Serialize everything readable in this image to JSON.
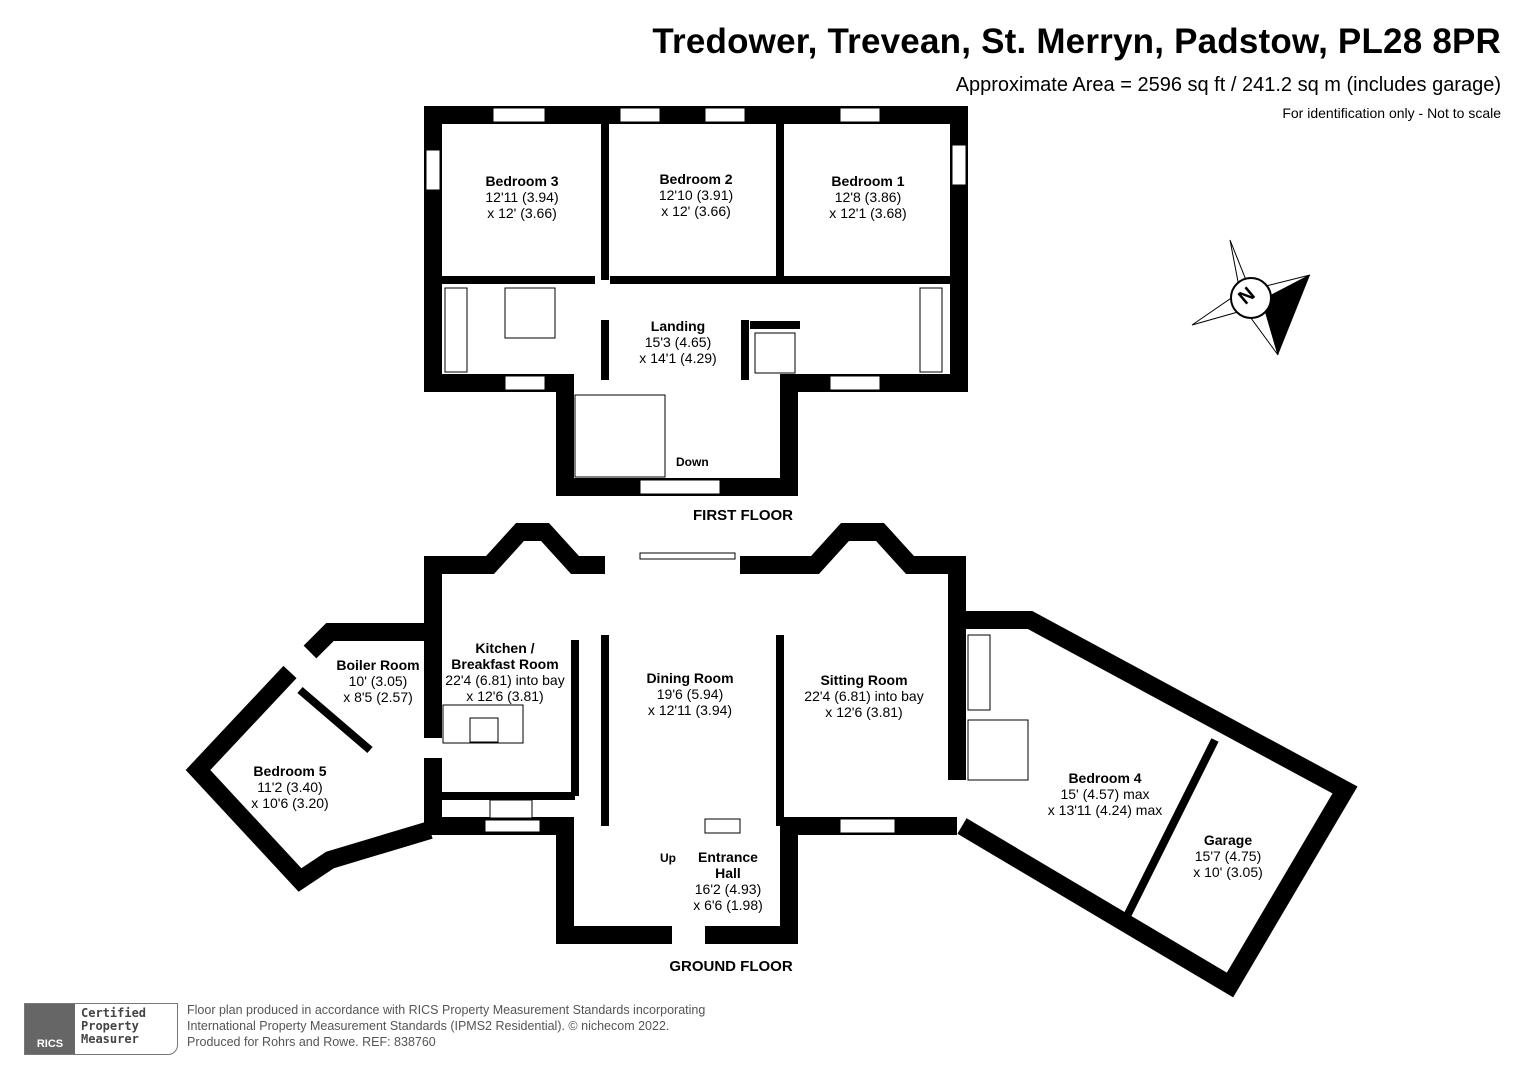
{
  "header": {
    "title": "Tredower, Trevean, St. Merryn, Padstow, PL28 8PR",
    "area": "Approximate Area = 2596 sq ft / 241.2 sq m (includes garage)",
    "note": "For identification only - Not to scale"
  },
  "first_floor": {
    "label": "FIRST FLOOR",
    "rooms": [
      {
        "name": "Bedroom 3",
        "dim1": "12'11 (3.94)",
        "dim2": "x 12' (3.66)"
      },
      {
        "name": "Bedroom 2",
        "dim1": "12'10 (3.91)",
        "dim2": "x 12' (3.66)"
      },
      {
        "name": "Bedroom 1",
        "dim1": "12'8 (3.86)",
        "dim2": "x 12'1 (3.68)"
      },
      {
        "name": "Landing",
        "dim1": "15'3 (4.65)",
        "dim2": "x 14'1 (4.29)"
      }
    ],
    "stairs_label": "Down"
  },
  "ground_floor": {
    "label": "GROUND FLOOR",
    "rooms": [
      {
        "name": "Boiler Room",
        "dim1": "10' (3.05)",
        "dim2": "x 8'5 (2.57)"
      },
      {
        "name": "Kitchen /",
        "name2": "Breakfast Room",
        "dim1": "22'4 (6.81) into bay",
        "dim2": "x 12'6 (3.81)"
      },
      {
        "name": "Dining Room",
        "dim1": "19'6 (5.94)",
        "dim2": "x 12'11 (3.94)"
      },
      {
        "name": "Sitting Room",
        "dim1": "22'4 (6.81) into bay",
        "dim2": "x 12'6 (3.81)"
      },
      {
        "name": "Bedroom 5",
        "dim1": "11'2 (3.40)",
        "dim2": "x 10'6 (3.20)"
      },
      {
        "name": "Entrance",
        "name2": "Hall",
        "dim1": "16'2 (4.93)",
        "dim2": "x 6'6 (1.98)"
      },
      {
        "name": "Bedroom 4",
        "dim1": "15' (4.57) max",
        "dim2": "x 13'11 (4.24) max"
      },
      {
        "name": "Garage",
        "dim1": "15'7 (4.75)",
        "dim2": "x 10' (3.05)"
      }
    ],
    "stairs_label": "Up"
  },
  "compass": {
    "letter": "N",
    "icon": "compass-icon"
  },
  "footer": {
    "badge_org": "RICS",
    "badge_text": [
      "Certified",
      "Property",
      "Measurer"
    ],
    "lines": [
      "Floor plan produced in accordance with RICS Property Measurement Standards incorporating",
      "International Property Measurement Standards (IPMS2 Residential).   © nichecom 2022.",
      "Produced for Rohrs and Rowe.   REF: 838760"
    ]
  }
}
